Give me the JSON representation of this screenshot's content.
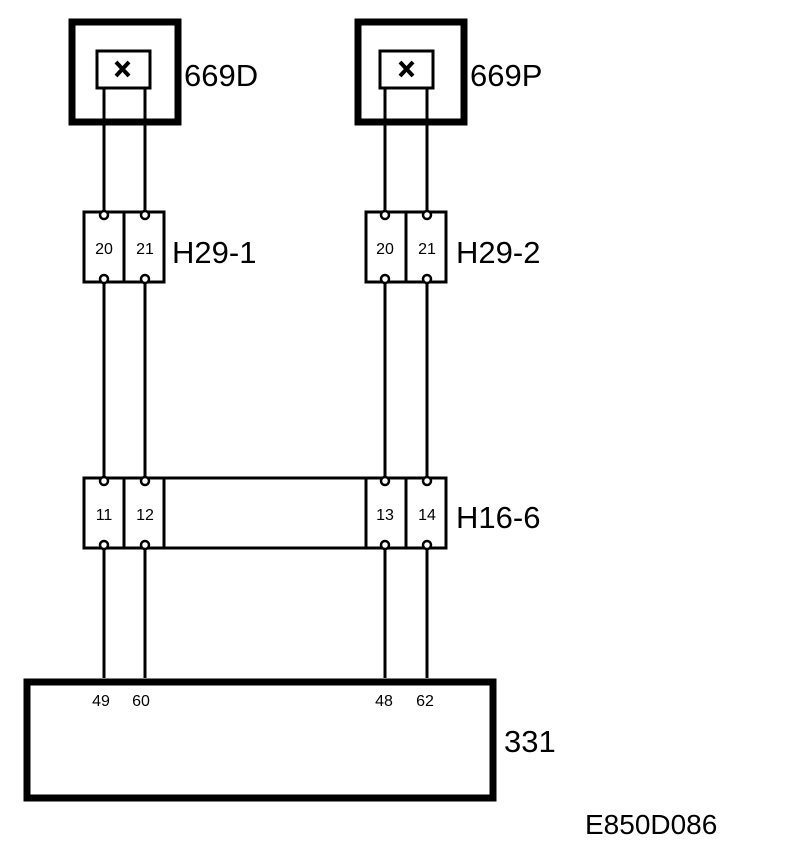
{
  "components": {
    "lamp_d": {
      "label": "669D",
      "symbol": "x-mark"
    },
    "lamp_p": {
      "label": "669P",
      "symbol": "x-mark"
    },
    "h29_1": {
      "label": "H29-1",
      "pins": [
        "20",
        "21"
      ]
    },
    "h29_2": {
      "label": "H29-2",
      "pins": [
        "20",
        "21"
      ]
    },
    "h16_6": {
      "label": "H16-6",
      "pins_left": [
        "11",
        "12"
      ],
      "pins_right": [
        "13",
        "14"
      ]
    },
    "module": {
      "label": "331",
      "pins": [
        "49",
        "60",
        "48",
        "62"
      ]
    }
  },
  "figure_code": "E850D086"
}
